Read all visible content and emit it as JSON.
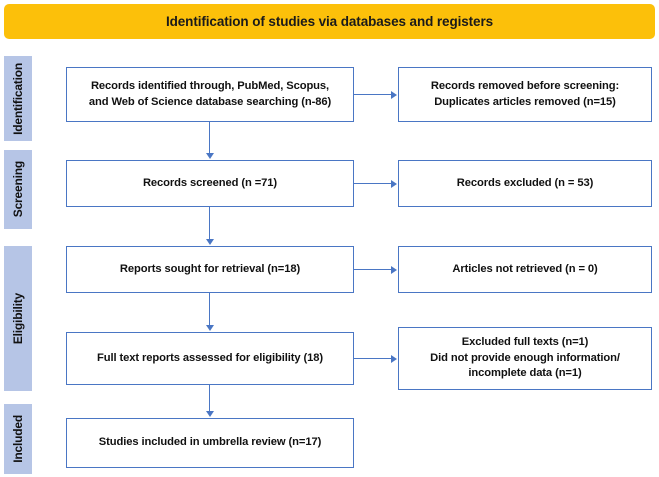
{
  "header": {
    "title": "Identification of studies via databases and registers",
    "background_color": "#fcc00a"
  },
  "theme": {
    "box_border_color": "#4a76c4",
    "stage_bar_color": "#b6c5e6",
    "connector_color": "#4a76c4",
    "text_color": "#111111",
    "page_background": "#ffffff"
  },
  "stages": [
    {
      "id": "identification",
      "label": "Identification"
    },
    {
      "id": "screening",
      "label": "Screening"
    },
    {
      "id": "eligibility",
      "label": "Eligibility"
    },
    {
      "id": "included",
      "label": "Included"
    }
  ],
  "flow": {
    "left_column": [
      {
        "id": "identified",
        "text": "Records identified through, PubMed, Scopus,\nand Web of Science database searching (n-86)",
        "n": 86
      },
      {
        "id": "screened",
        "text": "Records screened (n =71)",
        "n": 71
      },
      {
        "id": "sought",
        "text": "Reports sought for retrieval (n=18)",
        "n": 18
      },
      {
        "id": "fulltext",
        "text": "Full text reports assessed for eligibility (18)",
        "n": 18
      },
      {
        "id": "included",
        "text": "Studies included in umbrella review (n=17)",
        "n": 17
      }
    ],
    "right_column": [
      {
        "id": "removed",
        "text": "Records removed before screening:\nDuplicates articles removed (n=15)",
        "n": 15
      },
      {
        "id": "excluded",
        "text": "Records excluded (n = 53)",
        "n": 53
      },
      {
        "id": "notretrieved",
        "text": "Articles not retrieved (n = 0)",
        "n": 0
      },
      {
        "id": "excludedfull",
        "text": "Excluded full texts (n=1)\nDid not provide enough information/\nincomplete data (n=1)",
        "n": 1
      }
    ]
  },
  "connectors": {
    "vertical_count": 4,
    "horizontal_count": 4,
    "arrow_glyph": "arrow-head"
  }
}
